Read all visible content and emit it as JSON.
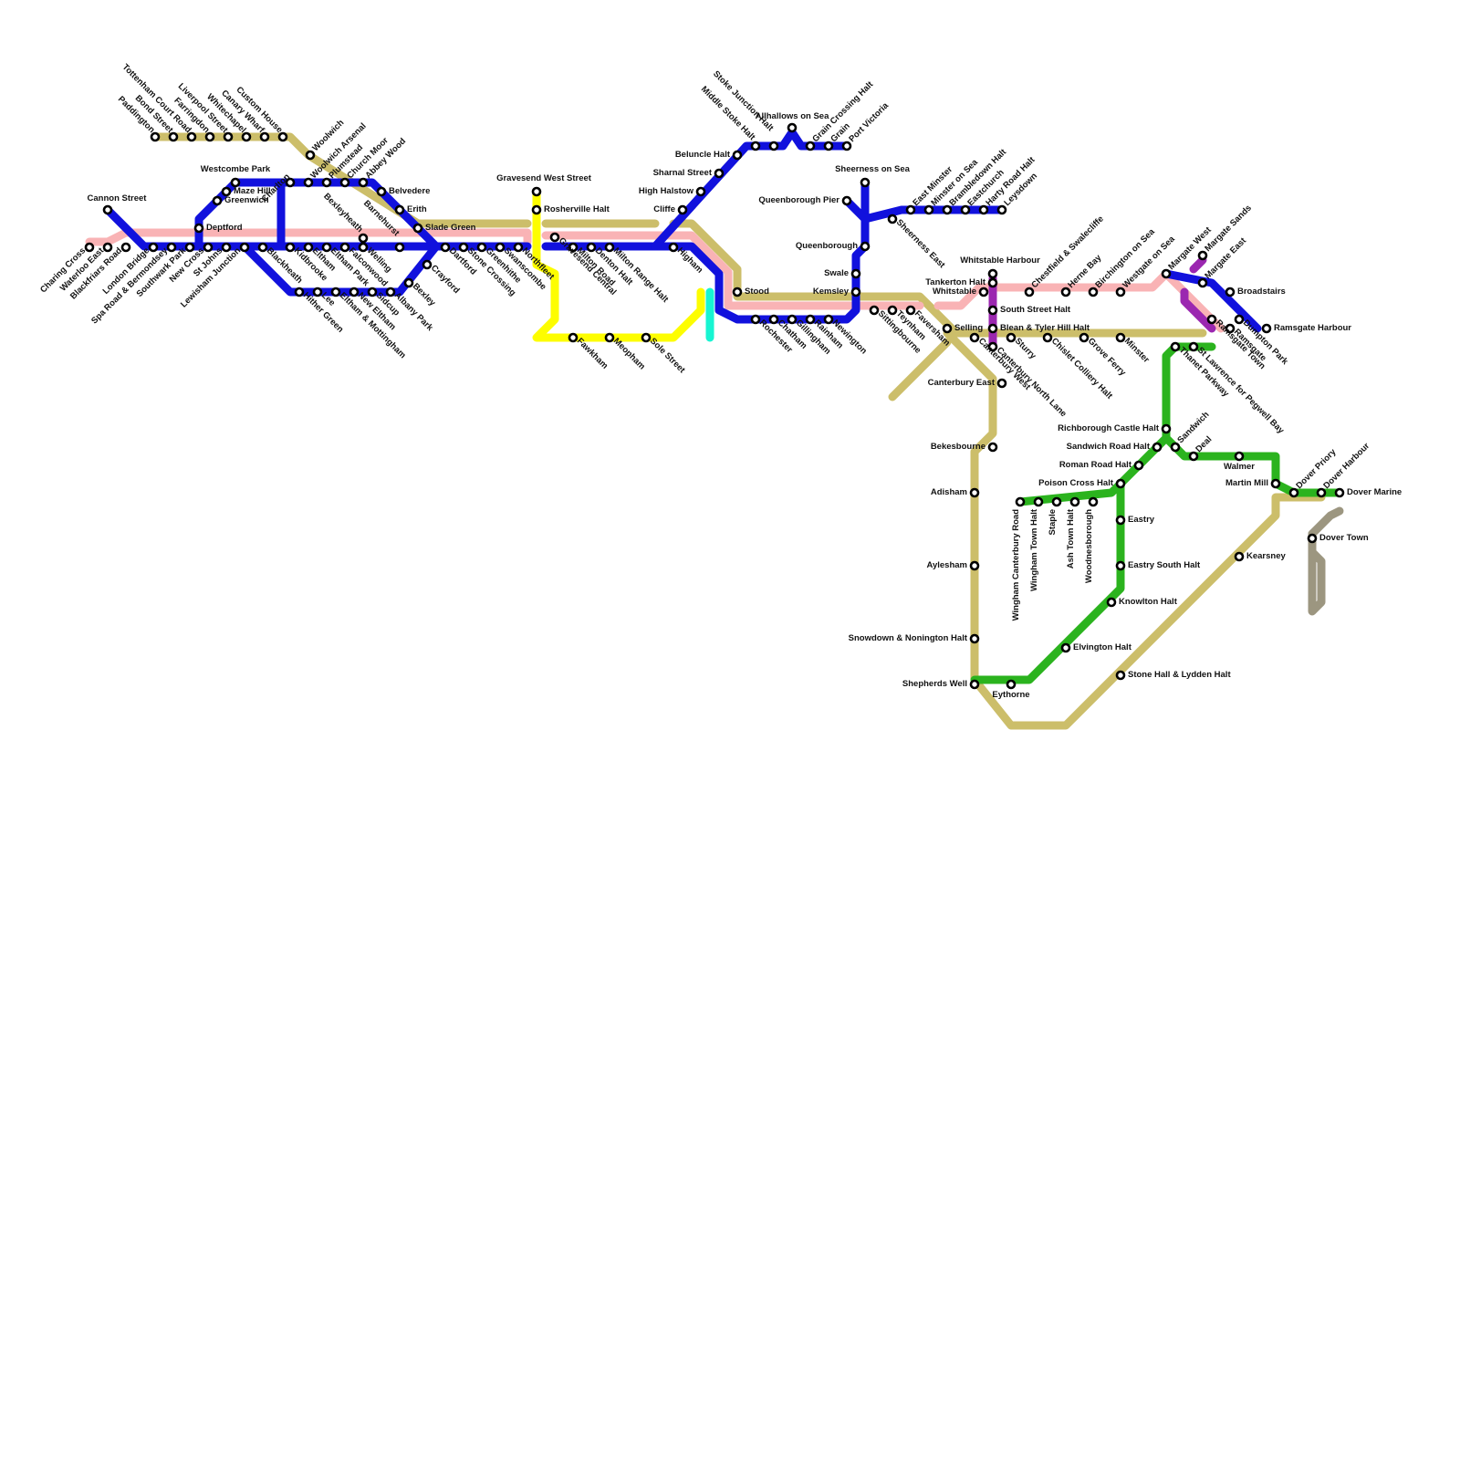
{
  "lines": [
    {
      "id": "tan",
      "color": "#ccbe6a"
    },
    {
      "id": "pink",
      "color": "#f9b3b5"
    },
    {
      "id": "blue",
      "color": "#1111dd"
    },
    {
      "id": "yellow",
      "color": "#fdfd00"
    },
    {
      "id": "green",
      "color": "#2bb31e"
    },
    {
      "id": "purple",
      "color": "#9b27b0"
    },
    {
      "id": "cyan",
      "color": "#17f5d2"
    },
    {
      "id": "grey",
      "color": "#9c9680"
    }
  ],
  "stations": {
    "s1": "Charing Cross",
    "s2": "Waterloo East",
    "s3": "Blackfriars Road",
    "s4": "London Bridge",
    "s5": "Cannon Street",
    "s6": "Spa Road & Bermondsey",
    "s7": "Southwark Park",
    "s8": "New Cross",
    "s9": "St Johns",
    "s10": "Lewisham Junction",
    "s11": "Deptford",
    "s12": "Greenwich",
    "s13": "Maze Hill",
    "s14": "Westcombe Park",
    "s15": "Charlton",
    "s16": "Blackheath",
    "s17": "Kidbrooke",
    "s18": "Eltham",
    "s19": "Eltham Park",
    "s20": "Falconwood",
    "s21": "Welling",
    "s22": "Bexleyheath",
    "s23": "Barnehurst",
    "s24": "Hither Green",
    "s25": "Lee",
    "s26": "Eltham & Mottingham",
    "s27": "New Eltham",
    "s28": "Sidcup",
    "s29": "Albany Park",
    "s30": "Bexley",
    "s31": "Crayford",
    "s32": "Dartford",
    "s33": "Stone Crossing",
    "s34": "Greenhithe",
    "s35": "Swanscombe",
    "s36": "Northfleet",
    "s37": "Paddington",
    "s38": "Bond Street",
    "s39": "Tottenham Court Road",
    "s40": "Farringdon",
    "s41": "Liverpool Street",
    "s42": "Whitechapel",
    "s43": "Canary Wharf",
    "s44": "Custom House",
    "s45": "Woolwich",
    "s46": "Woolwich Arsenal",
    "s47": "Plumstead",
    "s48": "Church Moor",
    "s49": "Abbey Wood",
    "s50": "Belvedere",
    "s51": "Erith",
    "s52": "Slade Green",
    "s53": "Gravesend West Street",
    "s54": "Rosherville Halt",
    "s55": "Gravesend Central",
    "s56": "Milton Road",
    "s57": "Denton Halt",
    "s58": "Milton Range Halt",
    "s59": "Higham",
    "s60": "Fawkham",
    "s61": "Meopham",
    "s62": "Sole Street",
    "s63": "Cliffe",
    "s64": "High Halstow",
    "s65": "Sharnal Street",
    "s66": "Beluncle Halt",
    "s67": "Middle Stoke Halt",
    "s68": "Stoke Junction Halt",
    "s69": "Allhallows on Sea",
    "s70": "Grain Crossing Halt",
    "s71": "Grain",
    "s72": "Port Victoria",
    "s73": "Stood",
    "s74": "Rochester",
    "s75": "Chatham",
    "s76": "Gillingham",
    "s77": "Rainham",
    "s78": "Newington",
    "s79": "Kemsley",
    "s80": "Swale",
    "s81": "Queenborough",
    "s82": "Queenborough Pier",
    "s83": "Sheerness on Sea",
    "s84": "Sheerness East",
    "s85": "East Minster",
    "s86": "Minster on Sea",
    "s87": "Brambledown Halt",
    "s88": "Eastchurch",
    "s89": "Harty Road Halt",
    "s90": "Leysdown",
    "s91": "Sittingbourne",
    "s92": "Teynham",
    "s93": "Faversham",
    "s94": "Selling",
    "s95": "Canterbury West",
    "s96": "Canterbury East",
    "s97": "Bekesbourne",
    "s98": "Adisham",
    "s99": "Aylesham",
    "s100": "Snowdown & Nonington Halt",
    "s101": "Shepherds Well",
    "s102": "Eythorne",
    "s103": "Whitstable Harbour",
    "s104": "Tankerton Halt",
    "s105": "Whitstable",
    "s106": "South Street Halt",
    "s107": "Blean & Tyler Hill Halt",
    "s108": "Canterbury North Lane",
    "s109": "Chestfield & Swalecliffe",
    "s110": "Herne Bay",
    "s111": "Birchington on Sea",
    "s112": "Westgate on Sea",
    "s113": "Margate West",
    "s114": "Margate Sands",
    "s115": "Margate East",
    "s116": "Broadstairs",
    "s117": "Dumpton Park",
    "s118": "Ramsgate Harbour",
    "s119": "Ramsgate",
    "s120": "Ramsgate Town",
    "s121": "St Lawrence for Pegwell Bay",
    "s122": "Thanet Parkway",
    "s123": "Minster",
    "s124": "Grove Ferry",
    "s125": "Chislet Colliery Halt",
    "s126": "Sturry",
    "s127": "Richborough Castle Halt",
    "s128": "Sandwich",
    "s129": "Sandwich Road Halt",
    "s130": "Deal",
    "s131": "Walmer",
    "s132": "Martin Mill",
    "s133": "Dover Priory",
    "s134": "Dover Harbour",
    "s135": "Dover Marine",
    "s136": "Dover Town",
    "s137": "Kearsney",
    "s138": "Roman Road Halt",
    "s139": "Poison Cross Halt",
    "s140": "Eastry",
    "s141": "Eastry South Halt",
    "s142": "Knowlton Halt",
    "s143": "Elvington Halt",
    "s144": "Stone Hall & Lydden Halt",
    "s145": "Woodnesborough",
    "s146": "Ash Town Halt",
    "s147": "Staple",
    "s148": "Wingham Town Halt",
    "s149": "Wingham Canterbury Road"
  }
}
